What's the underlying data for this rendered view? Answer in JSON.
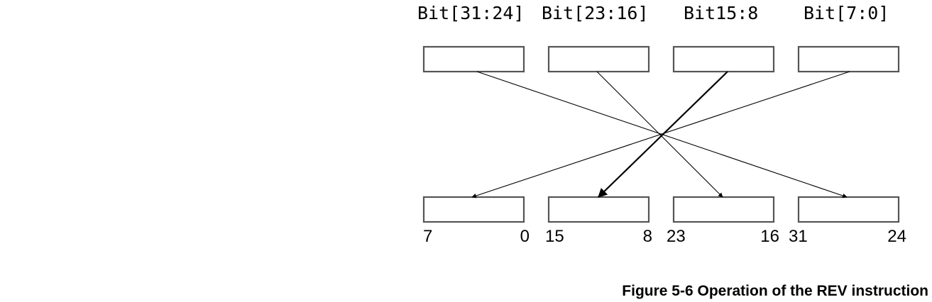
{
  "header_labels": [
    "Bit[31:24]",
    "Bit[23:16]",
    "Bit15:8",
    "Bit[7:0]"
  ],
  "bottom_labels": [
    {
      "low_end": "7",
      "high_end": "0"
    },
    {
      "low_end": "15",
      "high_end": "8"
    },
    {
      "low_end": "23",
      "high_end": "16"
    },
    {
      "low_end": "31",
      "high_end": "24"
    }
  ],
  "caption": "Figure 5-6 Operation of the REV instruction",
  "mappings": [
    {
      "from": 0,
      "to": 3
    },
    {
      "from": 1,
      "to": 2
    },
    {
      "from": 2,
      "to": 1
    },
    {
      "from": 3,
      "to": 0
    }
  ],
  "emphasized_mapping": 2,
  "colors": {
    "box_border": "#555555",
    "line": "#000000"
  }
}
